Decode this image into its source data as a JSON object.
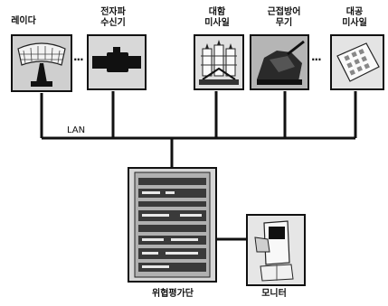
{
  "systems": [
    {
      "label": "레이다",
      "icon": "radar-icon"
    },
    {
      "label": "전자파\n수신기",
      "icon": "receiver-icon"
    },
    {
      "label": "대함\n미사일",
      "icon": "anti-ship-missile-icon"
    },
    {
      "label": "근접방어\n무기",
      "icon": "ciws-icon"
    },
    {
      "label": "대공\n미사일",
      "icon": "anti-air-missile-icon"
    }
  ],
  "ellipsis": "...",
  "network_label": "LAN",
  "threat_evaluator": {
    "label": "위협평가단",
    "icon": "server-rack-icon"
  },
  "monitor": {
    "label": "모니터",
    "icon": "monitor-icon"
  }
}
